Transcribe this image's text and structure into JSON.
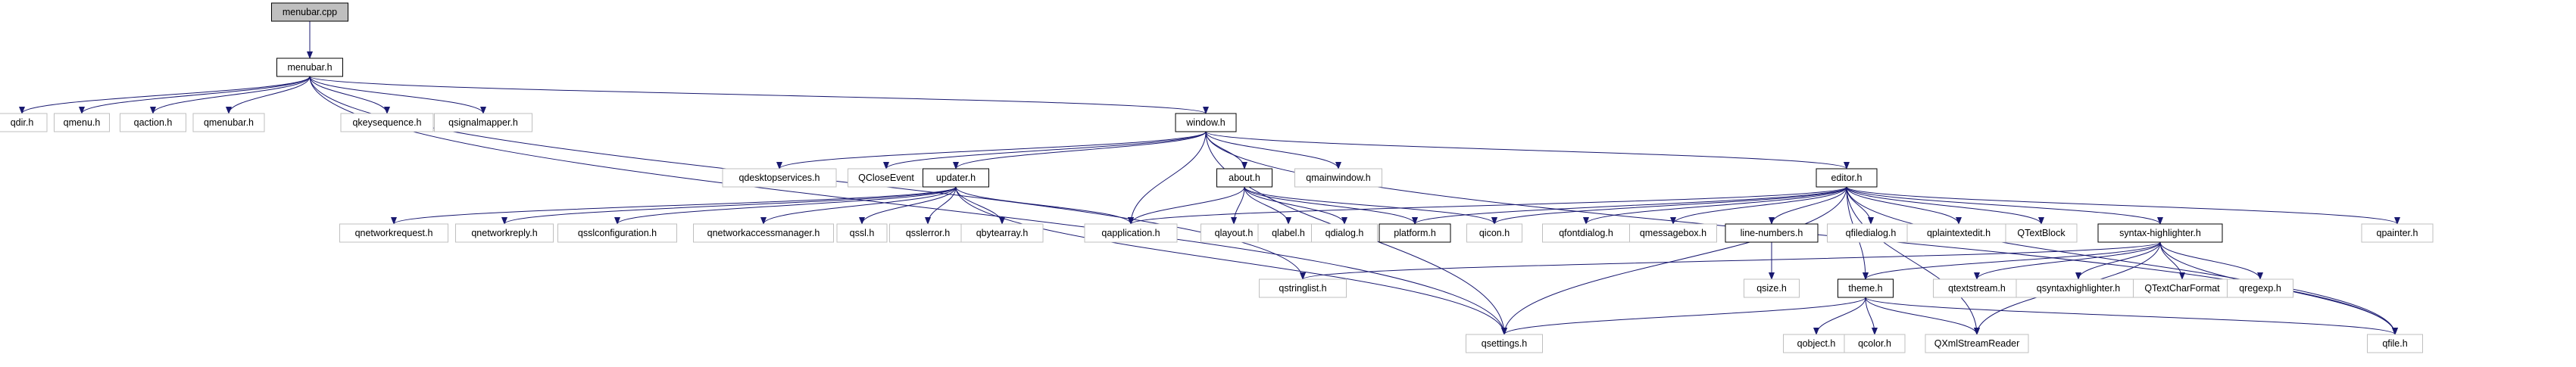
{
  "colors": {
    "edge": "#191970",
    "root_fill": "#bfbfbf",
    "linked_border": "#000000",
    "external_border": "#bfbfbf",
    "background": "#ffffff"
  },
  "nodes": [
    {
      "id": "menubar_cpp",
      "label": "menubar.cpp",
      "kind": "root"
    },
    {
      "id": "menubar_h",
      "label": "menubar.h",
      "kind": "linked"
    },
    {
      "id": "qdir_h",
      "label": "qdir.h",
      "kind": "external"
    },
    {
      "id": "qmenu_h",
      "label": "qmenu.h",
      "kind": "external"
    },
    {
      "id": "qaction_h",
      "label": "qaction.h",
      "kind": "external"
    },
    {
      "id": "qmenubar_h",
      "label": "qmenubar.h",
      "kind": "external"
    },
    {
      "id": "qkeysequence_h",
      "label": "qkeysequence.h",
      "kind": "external"
    },
    {
      "id": "qsignalmapper_h",
      "label": "qsignalmapper.h",
      "kind": "external"
    },
    {
      "id": "window_h",
      "label": "window.h",
      "kind": "linked"
    },
    {
      "id": "qdesktopservices_h",
      "label": "qdesktopservices.h",
      "kind": "external"
    },
    {
      "id": "QCloseEvent",
      "label": "QCloseEvent",
      "kind": "external"
    },
    {
      "id": "updater_h",
      "label": "updater.h",
      "kind": "linked"
    },
    {
      "id": "about_h",
      "label": "about.h",
      "kind": "linked"
    },
    {
      "id": "qmainwindow_h",
      "label": "qmainwindow.h",
      "kind": "external"
    },
    {
      "id": "editor_h",
      "label": "editor.h",
      "kind": "linked"
    },
    {
      "id": "qnetworkrequest_h",
      "label": "qnetworkrequest.h",
      "kind": "external"
    },
    {
      "id": "qnetworkreply_h",
      "label": "qnetworkreply.h",
      "kind": "external"
    },
    {
      "id": "qsslconfiguration_h",
      "label": "qsslconfiguration.h",
      "kind": "external"
    },
    {
      "id": "qnetworkaccessmanager_h",
      "label": "qnetworkaccessmanager.h",
      "kind": "external"
    },
    {
      "id": "qssl_h",
      "label": "qssl.h",
      "kind": "external"
    },
    {
      "id": "qsslerror_h",
      "label": "qsslerror.h",
      "kind": "external"
    },
    {
      "id": "qbytearray_h",
      "label": "qbytearray.h",
      "kind": "external"
    },
    {
      "id": "qapplication_h",
      "label": "qapplication.h",
      "kind": "external"
    },
    {
      "id": "qlayout_h",
      "label": "qlayout.h",
      "kind": "external"
    },
    {
      "id": "qlabel_h",
      "label": "qlabel.h",
      "kind": "external"
    },
    {
      "id": "qdialog_h",
      "label": "qdialog.h",
      "kind": "external"
    },
    {
      "id": "platform_h",
      "label": "platform.h",
      "kind": "linked"
    },
    {
      "id": "qicon_h",
      "label": "qicon.h",
      "kind": "external"
    },
    {
      "id": "qfontdialog_h",
      "label": "qfontdialog.h",
      "kind": "external"
    },
    {
      "id": "qmessagebox_h",
      "label": "qmessagebox.h",
      "kind": "external"
    },
    {
      "id": "line_numbers_h",
      "label": "line-numbers.h",
      "kind": "linked"
    },
    {
      "id": "qfiledialog_h",
      "label": "qfiledialog.h",
      "kind": "external"
    },
    {
      "id": "qplaintextedit_h",
      "label": "qplaintextedit.h",
      "kind": "external"
    },
    {
      "id": "QTextBlock",
      "label": "QTextBlock",
      "kind": "external"
    },
    {
      "id": "syntax_highlighter_h",
      "label": "syntax-highlighter.h",
      "kind": "linked"
    },
    {
      "id": "qpainter_h",
      "label": "qpainter.h",
      "kind": "external"
    },
    {
      "id": "qstringlist_h",
      "label": "qstringlist.h",
      "kind": "external"
    },
    {
      "id": "qsize_h",
      "label": "qsize.h",
      "kind": "external"
    },
    {
      "id": "theme_h",
      "label": "theme.h",
      "kind": "linked"
    },
    {
      "id": "qtextstream_h",
      "label": "qtextstream.h",
      "kind": "external"
    },
    {
      "id": "qsyntaxhighlighter_h",
      "label": "qsyntaxhighlighter.h",
      "kind": "external"
    },
    {
      "id": "QTextCharFormat",
      "label": "QTextCharFormat",
      "kind": "external"
    },
    {
      "id": "qregexp_h",
      "label": "qregexp.h",
      "kind": "external"
    },
    {
      "id": "qsettings_h",
      "label": "qsettings.h",
      "kind": "external"
    },
    {
      "id": "qobject_h",
      "label": "qobject.h",
      "kind": "external"
    },
    {
      "id": "qcolor_h",
      "label": "qcolor.h",
      "kind": "external"
    },
    {
      "id": "QXmlStreamReader",
      "label": "QXmlStreamReader",
      "kind": "external"
    },
    {
      "id": "qfile_h",
      "label": "qfile.h",
      "kind": "external"
    }
  ],
  "edges": [
    [
      "menubar_cpp",
      "menubar_h"
    ],
    [
      "menubar_h",
      "qdir_h"
    ],
    [
      "menubar_h",
      "qmenu_h"
    ],
    [
      "menubar_h",
      "qaction_h"
    ],
    [
      "menubar_h",
      "qmenubar_h"
    ],
    [
      "menubar_h",
      "qkeysequence_h"
    ],
    [
      "menubar_h",
      "qsignalmapper_h"
    ],
    [
      "menubar_h",
      "window_h"
    ],
    [
      "menubar_h",
      "qstringlist_h"
    ],
    [
      "menubar_h",
      "qsettings_h"
    ],
    [
      "window_h",
      "qdesktopservices_h"
    ],
    [
      "window_h",
      "QCloseEvent"
    ],
    [
      "window_h",
      "updater_h"
    ],
    [
      "window_h",
      "about_h"
    ],
    [
      "window_h",
      "qmainwindow_h"
    ],
    [
      "window_h",
      "editor_h"
    ],
    [
      "window_h",
      "qapplication_h"
    ],
    [
      "window_h",
      "qsettings_h"
    ],
    [
      "window_h",
      "qfile_h"
    ],
    [
      "updater_h",
      "qnetworkrequest_h"
    ],
    [
      "updater_h",
      "qnetworkreply_h"
    ],
    [
      "updater_h",
      "qsslconfiguration_h"
    ],
    [
      "updater_h",
      "qnetworkaccessmanager_h"
    ],
    [
      "updater_h",
      "qssl_h"
    ],
    [
      "updater_h",
      "qsslerror_h"
    ],
    [
      "updater_h",
      "qbytearray_h"
    ],
    [
      "updater_h",
      "qapplication_h"
    ],
    [
      "updater_h",
      "qsettings_h"
    ],
    [
      "about_h",
      "qapplication_h"
    ],
    [
      "about_h",
      "qlayout_h"
    ],
    [
      "about_h",
      "qlabel_h"
    ],
    [
      "about_h",
      "qdialog_h"
    ],
    [
      "about_h",
      "platform_h"
    ],
    [
      "about_h",
      "qicon_h"
    ],
    [
      "editor_h",
      "qapplication_h"
    ],
    [
      "editor_h",
      "qicon_h"
    ],
    [
      "editor_h",
      "platform_h"
    ],
    [
      "editor_h",
      "qfontdialog_h"
    ],
    [
      "editor_h",
      "qmessagebox_h"
    ],
    [
      "editor_h",
      "line_numbers_h"
    ],
    [
      "editor_h",
      "qfiledialog_h"
    ],
    [
      "editor_h",
      "qplaintextedit_h"
    ],
    [
      "editor_h",
      "QTextBlock"
    ],
    [
      "editor_h",
      "syntax_highlighter_h"
    ],
    [
      "editor_h",
      "qpainter_h"
    ],
    [
      "editor_h",
      "theme_h"
    ],
    [
      "editor_h",
      "QXmlStreamReader"
    ],
    [
      "editor_h",
      "qsettings_h"
    ],
    [
      "editor_h",
      "qfile_h"
    ],
    [
      "line_numbers_h",
      "qsize_h"
    ],
    [
      "syntax_highlighter_h",
      "qstringlist_h"
    ],
    [
      "syntax_highlighter_h",
      "theme_h"
    ],
    [
      "syntax_highlighter_h",
      "qtextstream_h"
    ],
    [
      "syntax_highlighter_h",
      "qsyntaxhighlighter_h"
    ],
    [
      "syntax_highlighter_h",
      "QTextCharFormat"
    ],
    [
      "syntax_highlighter_h",
      "qregexp_h"
    ],
    [
      "syntax_highlighter_h",
      "QXmlStreamReader"
    ],
    [
      "syntax_highlighter_h",
      "qfile_h"
    ],
    [
      "theme_h",
      "qsettings_h"
    ],
    [
      "theme_h",
      "qobject_h"
    ],
    [
      "theme_h",
      "qcolor_h"
    ],
    [
      "theme_h",
      "QXmlStreamReader"
    ],
    [
      "theme_h",
      "qfile_h"
    ]
  ]
}
